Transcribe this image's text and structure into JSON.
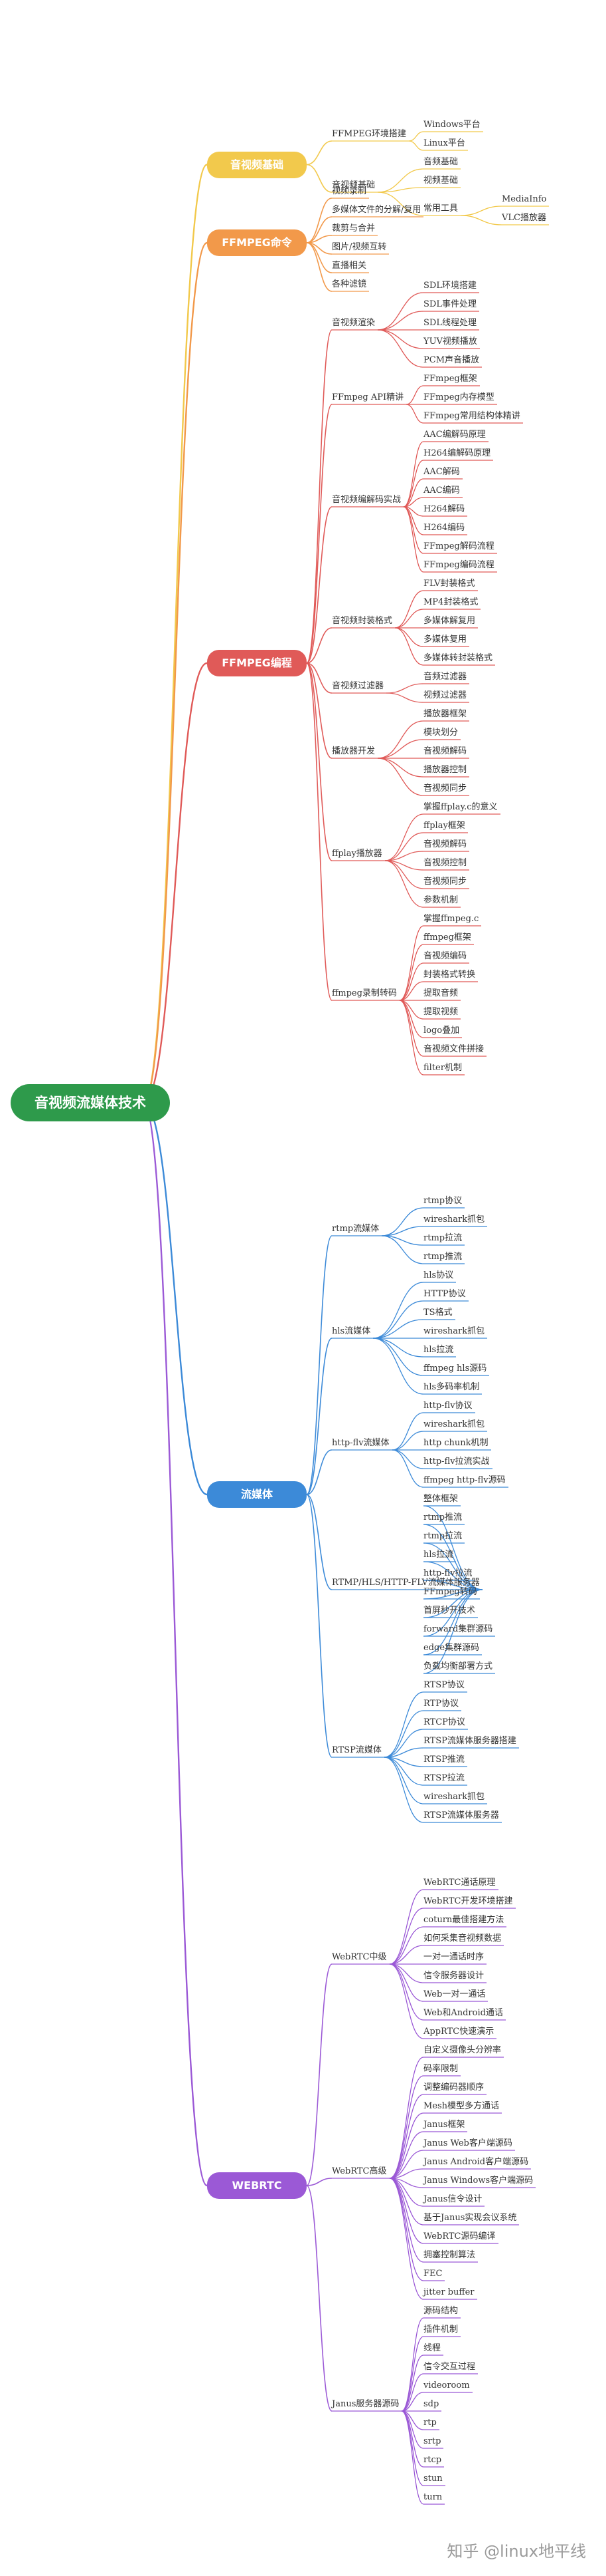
{
  "root": "音视频流媒体技术",
  "watermark": "知乎 @linux地平线",
  "branches": [
    {
      "label": "音视频基础",
      "color": "#f2c94c",
      "children": [
        {
          "label": "FFMPEG环境搭建",
          "children": [
            {
              "label": "Windows平台"
            },
            {
              "label": "Linux平台"
            }
          ]
        },
        {
          "label": "音视频基础",
          "children": [
            {
              "label": "音频基础"
            },
            {
              "label": "视频基础"
            },
            {
              "label": "常用工具",
              "children": [
                {
                  "label": "MediaInfo"
                },
                {
                  "label": "VLC播放器"
                }
              ]
            }
          ]
        }
      ]
    },
    {
      "label": "FFMPEG命令",
      "color": "#f2994a",
      "children": [
        {
          "label": "视频录制"
        },
        {
          "label": "多媒体文件的分解/复用"
        },
        {
          "label": "裁剪与合并"
        },
        {
          "label": "图片/视频互转"
        },
        {
          "label": "直播相关"
        },
        {
          "label": "各种滤镜"
        }
      ]
    },
    {
      "label": "FFMPEG编程",
      "color": "#e05a58",
      "children": [
        {
          "label": "音视频渲染",
          "children": [
            {
              "label": "SDL环境搭建"
            },
            {
              "label": "SDL事件处理"
            },
            {
              "label": "SDL线程处理"
            },
            {
              "label": "YUV视频播放"
            },
            {
              "label": "PCM声音播放"
            }
          ]
        },
        {
          "label": "FFmpeg API精讲",
          "children": [
            {
              "label": "FFmpeg框架"
            },
            {
              "label": "FFmpeg内存模型"
            },
            {
              "label": "FFmpeg常用结构体精讲"
            }
          ]
        },
        {
          "label": "音视频编解码实战",
          "children": [
            {
              "label": "AAC编解码原理"
            },
            {
              "label": "H264编解码原理"
            },
            {
              "label": "AAC解码"
            },
            {
              "label": "AAC编码"
            },
            {
              "label": "H264解码"
            },
            {
              "label": "H264编码"
            },
            {
              "label": "FFmpeg解码流程"
            },
            {
              "label": "FFmpeg编码流程"
            }
          ]
        },
        {
          "label": "音视频封装格式",
          "children": [
            {
              "label": "FLV封装格式"
            },
            {
              "label": "MP4封装格式"
            },
            {
              "label": "多媒体解复用"
            },
            {
              "label": "多媒体复用"
            },
            {
              "label": "多媒体转封装格式"
            }
          ]
        },
        {
          "label": "音视频过滤器",
          "children": [
            {
              "label": "音频过滤器"
            },
            {
              "label": "视频过滤器"
            }
          ]
        },
        {
          "label": "播放器开发",
          "children": [
            {
              "label": "播放器框架"
            },
            {
              "label": "模块划分"
            },
            {
              "label": "音视频解码"
            },
            {
              "label": "播放器控制"
            },
            {
              "label": "音视频同步"
            }
          ]
        },
        {
          "label": "ffplay播放器",
          "children": [
            {
              "label": "掌握ffplay.c的意义"
            },
            {
              "label": "ffplay框架"
            },
            {
              "label": "音视频解码"
            },
            {
              "label": "音视频控制"
            },
            {
              "label": "音视频同步"
            },
            {
              "label": "参数机制"
            }
          ]
        },
        {
          "label": "ffmpeg录制转码",
          "children": [
            {
              "label": "掌握ffmpeg.c"
            },
            {
              "label": "ffmpeg框架"
            },
            {
              "label": "音视频编码"
            },
            {
              "label": "封装格式转换"
            },
            {
              "label": "提取音频"
            },
            {
              "label": "提取视频"
            },
            {
              "label": "logo叠加"
            },
            {
              "label": "音视频文件拼接"
            },
            {
              "label": "filter机制"
            }
          ]
        }
      ]
    },
    {
      "label": "流媒体",
      "color": "#3c8ad8",
      "children": [
        {
          "label": "rtmp流媒体",
          "children": [
            {
              "label": "rtmp协议"
            },
            {
              "label": "wireshark抓包"
            },
            {
              "label": "rtmp拉流"
            },
            {
              "label": "rtmp推流"
            }
          ]
        },
        {
          "label": "hls流媒体",
          "children": [
            {
              "label": "hls协议"
            },
            {
              "label": "HTTP协议"
            },
            {
              "label": "TS格式"
            },
            {
              "label": "wireshark抓包"
            },
            {
              "label": "hls拉流"
            },
            {
              "label": "ffmpeg hls源码"
            },
            {
              "label": "hls多码率机制"
            }
          ]
        },
        {
          "label": "http-flv流媒体",
          "children": [
            {
              "label": "http-flv协议"
            },
            {
              "label": "wireshark抓包"
            },
            {
              "label": "http chunk机制"
            },
            {
              "label": "http-flv拉流实战"
            },
            {
              "label": "ffmpeg http-flv源码"
            }
          ]
        },
        {
          "label": "RTMP/HLS/HTTP-FLV流媒体服务器",
          "children": [
            {
              "label": "整体框架"
            },
            {
              "label": "rtmp推流"
            },
            {
              "label": "rtmp拉流"
            },
            {
              "label": "hls拉流"
            },
            {
              "label": "http-flv拉流"
            },
            {
              "label": "FFmpeg转码"
            },
            {
              "label": "首屏秒开技术"
            },
            {
              "label": "forward集群源码"
            },
            {
              "label": "edge集群源码"
            },
            {
              "label": "负载均衡部署方式"
            }
          ]
        },
        {
          "label": "RTSP流媒体",
          "children": [
            {
              "label": "RTSP协议"
            },
            {
              "label": "RTP协议"
            },
            {
              "label": "RTCP协议"
            },
            {
              "label": "RTSP流媒体服务器搭建"
            },
            {
              "label": "RTSP推流"
            },
            {
              "label": "RTSP拉流"
            },
            {
              "label": "wireshark抓包"
            },
            {
              "label": "RTSP流媒体服务器"
            }
          ]
        }
      ]
    },
    {
      "label": "WEBRTC",
      "color": "#9b59d6",
      "children": [
        {
          "label": "WebRTC中级",
          "children": [
            {
              "label": "WebRTC通话原理"
            },
            {
              "label": "WebRTC开发环境搭建"
            },
            {
              "label": "coturn最佳搭建方法"
            },
            {
              "label": "如何采集音视频数据"
            },
            {
              "label": "一对一通话时序"
            },
            {
              "label": "信令服务器设计"
            },
            {
              "label": "Web一对一通话"
            },
            {
              "label": "Web和Android通话"
            },
            {
              "label": "AppRTC快速演示"
            }
          ]
        },
        {
          "label": "WebRTC高级",
          "children": [
            {
              "label": "自定义摄像头分辨率"
            },
            {
              "label": "码率限制"
            },
            {
              "label": "调整编码器顺序"
            },
            {
              "label": "Mesh模型多方通话"
            },
            {
              "label": "Janus框架"
            },
            {
              "label": "Janus Web客户端源码"
            },
            {
              "label": "Janus Android客户端源码"
            },
            {
              "label": "Janus Windows客户端源码"
            },
            {
              "label": "Janus信令设计"
            },
            {
              "label": "基于Janus实现会议系统"
            },
            {
              "label": "WebRTC源码编译"
            },
            {
              "label": "拥塞控制算法"
            },
            {
              "label": "FEC"
            },
            {
              "label": "jitter buffer"
            }
          ]
        },
        {
          "label": "Janus服务器源码",
          "children": [
            {
              "label": "源码结构"
            },
            {
              "label": "插件机制"
            },
            {
              "label": "线程"
            },
            {
              "label": "信令交互过程"
            },
            {
              "label": "videoroom"
            },
            {
              "label": "sdp"
            },
            {
              "label": "rtp"
            },
            {
              "label": "srtp"
            },
            {
              "label": "rtcp"
            },
            {
              "label": "stun"
            },
            {
              "label": "turn"
            }
          ]
        }
      ]
    }
  ]
}
